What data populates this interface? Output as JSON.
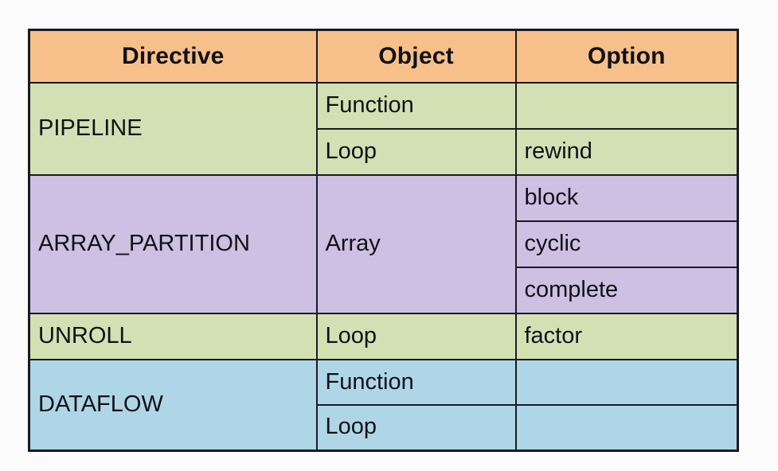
{
  "table": {
    "columns": [
      "Directive",
      "Object",
      "Option"
    ],
    "row_groups": [
      {
        "directive": "PIPELINE",
        "color": "#d3e0b4",
        "rows": [
          {
            "object": "Function",
            "option": ""
          },
          {
            "object": "Loop",
            "option": "rewind"
          }
        ]
      },
      {
        "directive": "ARRAY_PARTITION",
        "color": "#cec0e2",
        "object_merged": "Array",
        "rows": [
          {
            "object": "Array",
            "option": "block"
          },
          {
            "object": "Array",
            "option": "cyclic"
          },
          {
            "object": "Array",
            "option": "complete"
          }
        ]
      },
      {
        "directive": "UNROLL",
        "color": "#d3e0b4",
        "rows": [
          {
            "object": "Loop",
            "option": "factor"
          }
        ]
      },
      {
        "directive": "DATAFLOW",
        "color": "#aed6e7",
        "rows": [
          {
            "object": "Function",
            "option": ""
          },
          {
            "object": "Loop",
            "option": ""
          }
        ]
      }
    ]
  },
  "colors": {
    "header_fill": "#f7c08a",
    "green_fill": "#d3e0b4",
    "purple_fill": "#cec0e2",
    "blue_fill": "#aed6e7",
    "border": "#1a1a22",
    "background": "#fcfcfc",
    "text": "#111118"
  }
}
